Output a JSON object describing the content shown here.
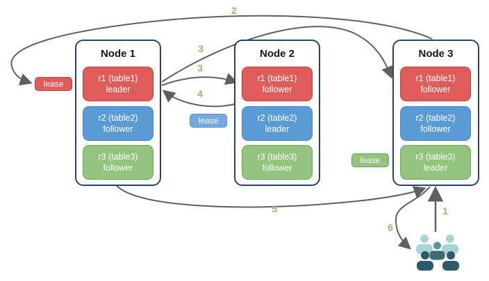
{
  "diagram": {
    "nodes": [
      {
        "title": "Node 1",
        "replicas": [
          {
            "label": "r1 (table1)",
            "role": "leader",
            "color": "red"
          },
          {
            "label": "r2 (table2)",
            "role": "follower",
            "color": "blue"
          },
          {
            "label": "r3 (table3)",
            "role": "follower",
            "color": "green"
          }
        ]
      },
      {
        "title": "Node 2",
        "replicas": [
          {
            "label": "r1 (table1)",
            "role": "follower",
            "color": "red"
          },
          {
            "label": "r2 (table2)",
            "role": "leader",
            "color": "blue"
          },
          {
            "label": "r3 (table3)",
            "role": "follower",
            "color": "green"
          }
        ]
      },
      {
        "title": "Node 3",
        "replicas": [
          {
            "label": "r1 (table1)",
            "role": "follower",
            "color": "red"
          },
          {
            "label": "r2 (table2)",
            "role": "follower",
            "color": "blue"
          },
          {
            "label": "r3 (table3)",
            "role": "leader",
            "color": "green"
          }
        ]
      }
    ],
    "leases": [
      {
        "label": "lease",
        "color": "red"
      },
      {
        "label": "lease",
        "color": "blue"
      },
      {
        "label": "lease",
        "color": "green"
      }
    ],
    "steps": {
      "s1": "1",
      "s2": "2",
      "s3a": "3",
      "s3b": "3",
      "s4": "4",
      "s5": "5",
      "s6": "6"
    }
  },
  "colors": {
    "arrow": "#5f5f5f",
    "step_label": "#8abf68",
    "node_border": "#23456b",
    "red_fill": "#e05c5b",
    "red_border": "#c53d3a",
    "blue_fill": "#5b9bd5",
    "blue_border": "#4a87c4",
    "green_fill": "#93c47d",
    "green_border": "#6fa45b",
    "lease_blue_fill": "#74a9e2"
  },
  "people": {
    "light": "#a9d4d6",
    "mid_head": "#57989e",
    "mid_body": "#3e6b7a",
    "dark": "#2d5a6a"
  }
}
